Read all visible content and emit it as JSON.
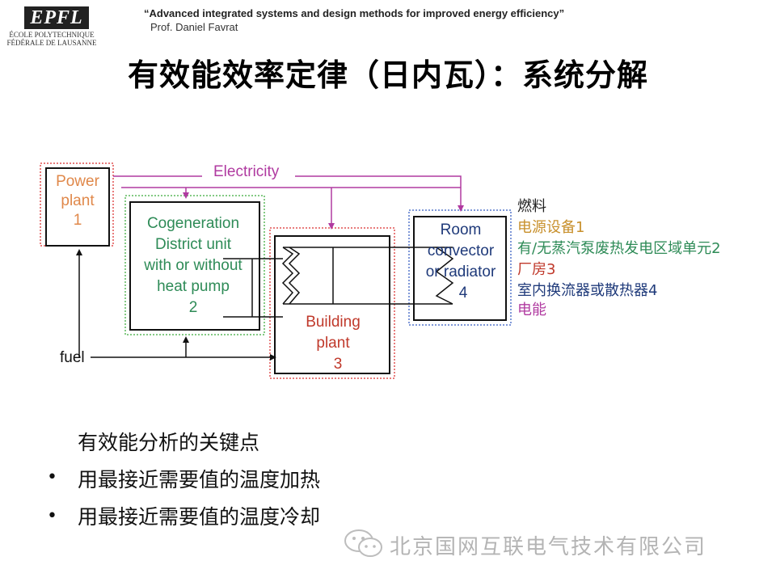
{
  "header": {
    "logo_text": "EPFL",
    "logo_line1": "ÉCOLE POLYTECHNIQUE",
    "logo_line2": "FÉDÉRALE DE LAUSANNE",
    "course_title": "“Advanced integrated systems and design methods for improved energy efficiency”",
    "professor": "Prof. Daniel Favrat"
  },
  "slide_title": "有效能效率定律（日内瓦）：系统分解",
  "diagram": {
    "electricity_label": "Electricity",
    "fuel_label": "fuel",
    "power_plant": [
      "Power",
      "plant",
      "1"
    ],
    "cogeneration": [
      "Cogeneration",
      "District unit",
      "with or without",
      "heat pump",
      "2"
    ],
    "building_plant": [
      "Building",
      "plant",
      "3"
    ],
    "room_convector": [
      "Room",
      "convector",
      "or radiator",
      "4"
    ]
  },
  "legend": [
    {
      "text": "燃料",
      "color": "#222222"
    },
    {
      "text": "电源设备1",
      "color": "#c8902c"
    },
    {
      "text": "有/无蒸汽泵废热发电区域单元2",
      "color": "#2e8b57"
    },
    {
      "text": "厂房3",
      "color": "#c0392b"
    },
    {
      "text": "室内换流器或散热器4",
      "color": "#1f3a7a"
    },
    {
      "text": "电能",
      "color": "#b03aa0"
    }
  ],
  "bullets": {
    "heading": "有效能分析的关键点",
    "items": [
      "用最接近需要值的温度加热",
      "用最接近需要值的温度冷却"
    ]
  },
  "watermark": "北京国网互联电气技术有限公司",
  "colors": {
    "power_plant_text": "#e0884a",
    "cogeneration_text": "#2e8b57",
    "building_plant_text": "#c0392b",
    "room_text": "#1f3a7a",
    "electricity": "#b03aa0",
    "dotted_box_red": "#e05050",
    "dotted_box_green": "#5cb85c"
  }
}
